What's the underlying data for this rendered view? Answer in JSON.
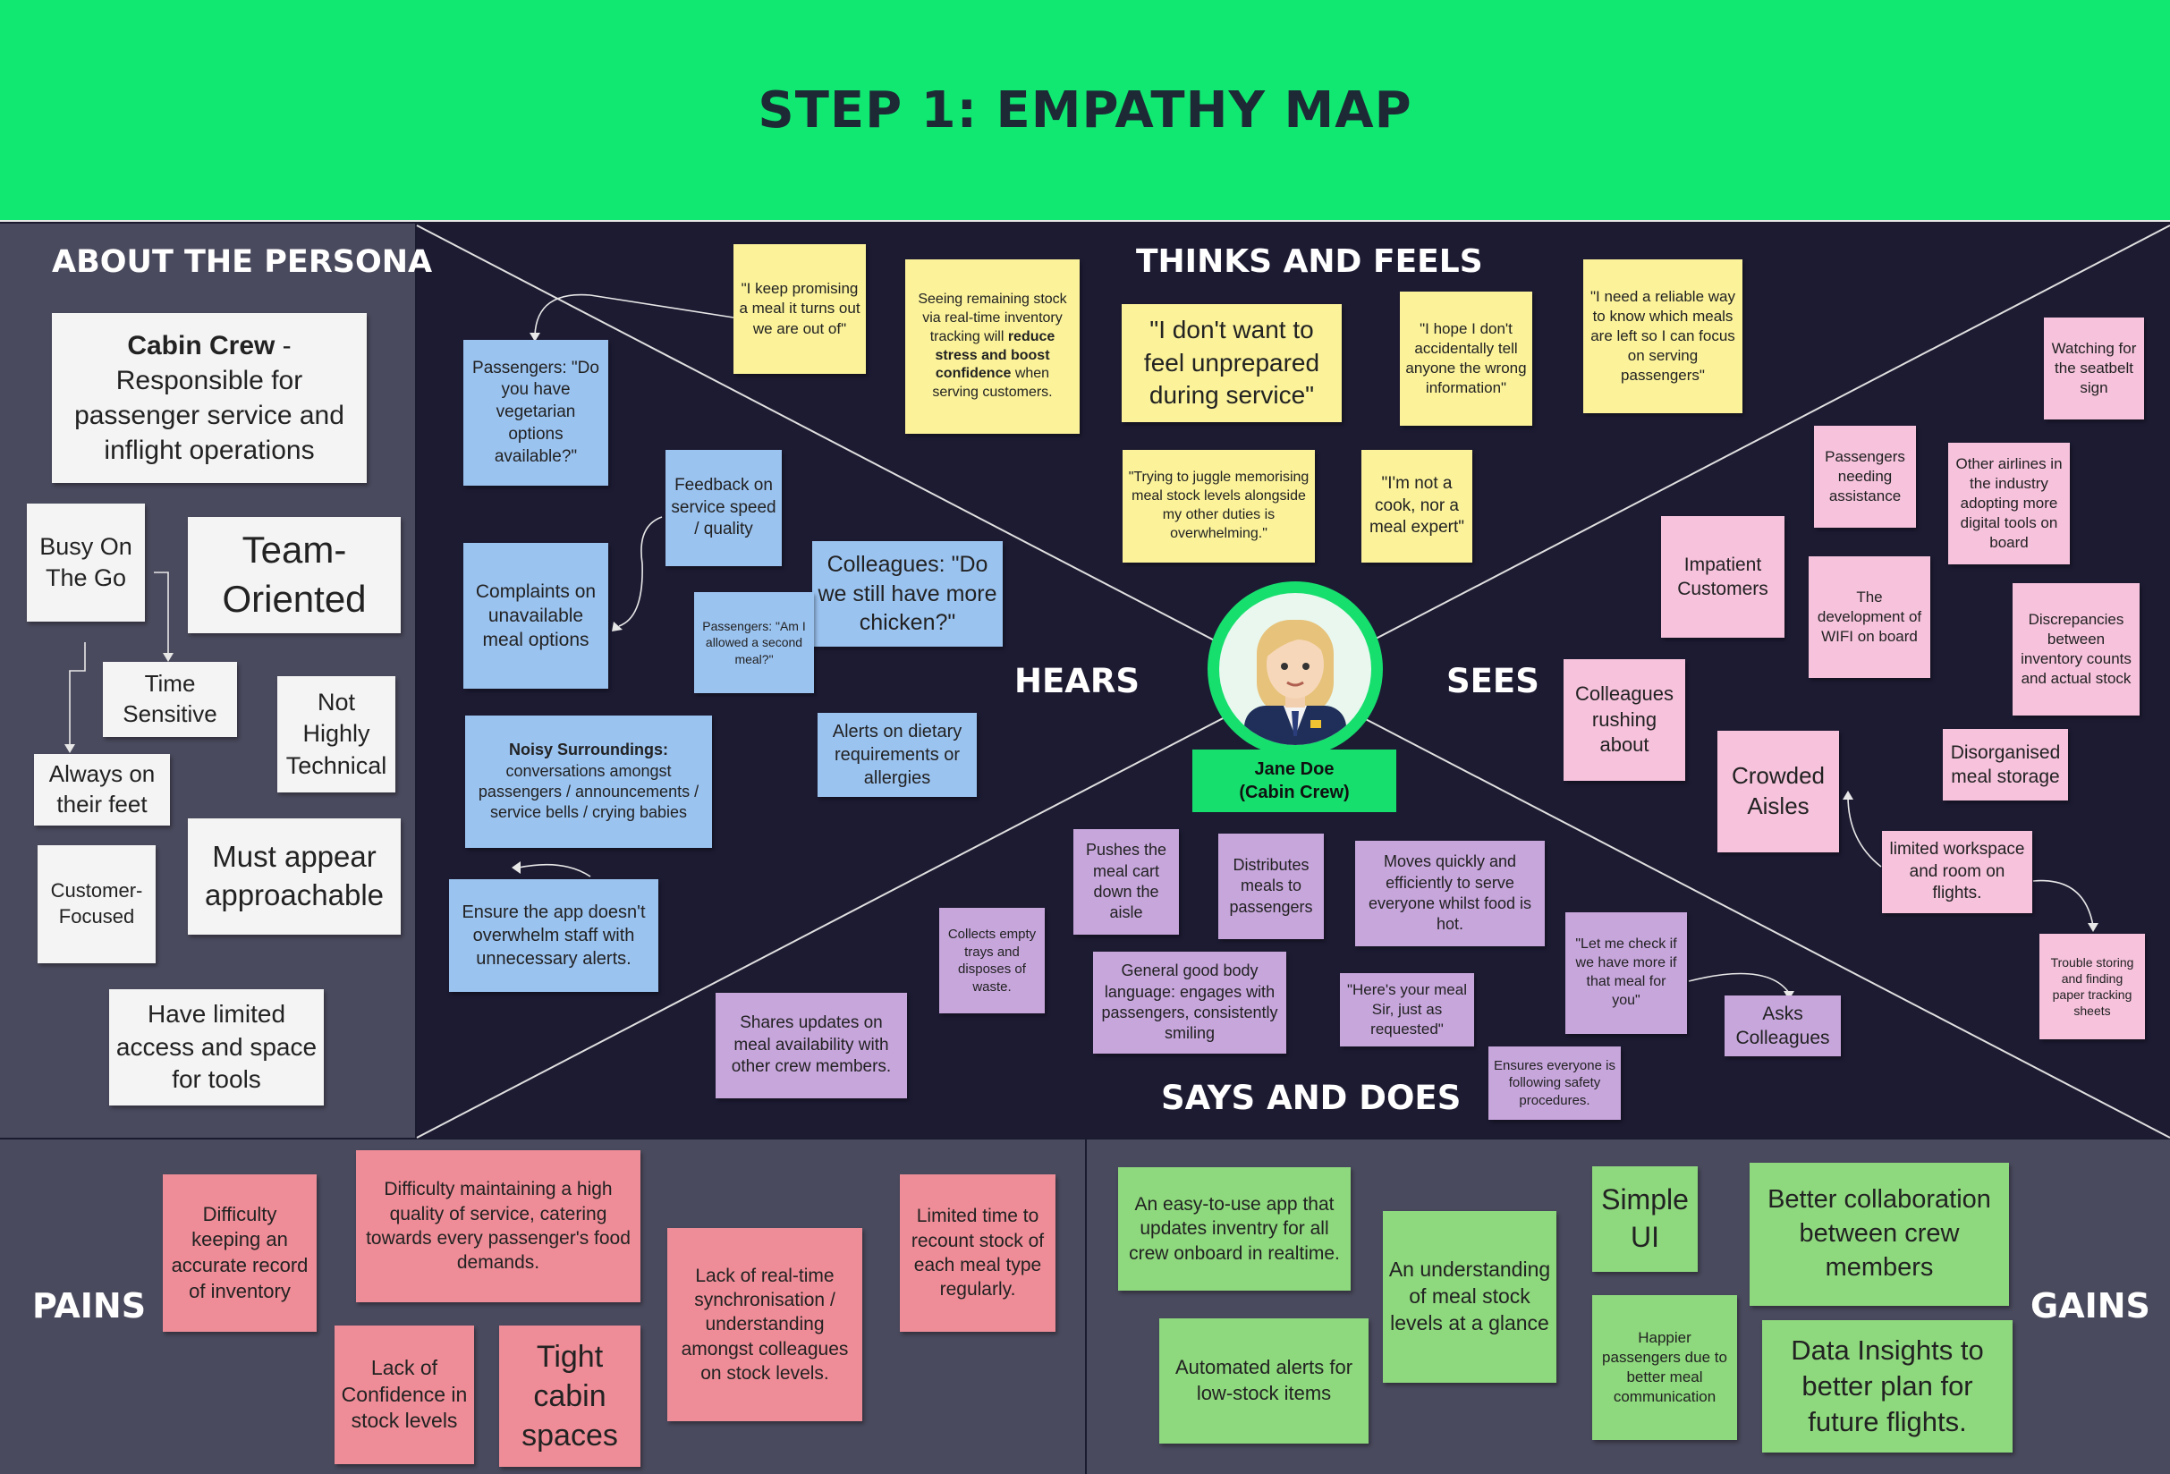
{
  "title": "STEP 1: EMPATHY MAP",
  "sections": {
    "persona": "ABOUT THE PERSONA",
    "thinks": "THINKS AND FEELS",
    "hears": "HEARS",
    "sees": "SEES",
    "says": "SAYS AND DOES",
    "pains": "PAINS",
    "gains": "GAINS"
  },
  "persona": {
    "name": "Jane Doe",
    "role": "(Cabin Crew)",
    "role_title": "Cabin Crew",
    "role_desc": " - Responsible for passenger service and inflight operations",
    "traits": [
      "Busy On The Go",
      "Team-Oriented",
      "Time Sensitive",
      "Not Highly Technical",
      "Always on their feet",
      "Must appear approachable",
      "Customer-Focused",
      "Have limited access and space for tools"
    ]
  },
  "thinks": [
    "\"I keep promising a meal it turns out we are out of\"",
    "Seeing remaining stock via real-time inventory tracking will reduce stress and boost confidence when serving customers.",
    "\"I don't want to feel unprepared during service\"",
    "\"I hope I don't accidentally tell anyone the wrong information\"",
    "\"I need a reliable way to know which meals are left so I can focus on serving passengers\"",
    "\"Trying to juggle memorising meal stock levels alongside my other duties is overwhelming.\"",
    "\"I'm not a cook, nor a meal expert\""
  ],
  "thinks_rich": {
    "pre": "Seeing remaining stock via real-time inventory tracking will ",
    "bold": "reduce stress and boost confidence",
    "post": " when serving customers."
  },
  "hears": [
    "Passengers: \"Do you have vegetarian options available?\"",
    "Feedback on service speed / quality",
    "Complaints on unavailable meal options",
    "Colleagues: \"Do we still have more chicken?\"",
    "Passengers: \"Am I allowed a second meal?\"",
    "Alerts on dietary requirements or allergies",
    "Noisy Surroundings:",
    "conversations amongst passengers / announcements / service bells / crying babies",
    "Ensure the app doesn't overwhelm staff with unnecessary alerts."
  ],
  "sees": [
    "Watching for the seatbelt sign",
    "Passengers needing assistance",
    "Other airlines in the industry adopting more digital tools on board",
    "Impatient Customers",
    "The development of WIFI on board",
    "Discrepancies between inventory counts and actual stock",
    "Colleagues rushing about",
    "Crowded Aisles",
    "Disorganised meal storage",
    "limited workspace and room on flights.",
    "Trouble storing and finding paper tracking sheets"
  ],
  "says": [
    "Pushes the meal cart down the aisle",
    "Distributes meals to passengers",
    "Moves quickly and efficiently to serve everyone whilst food is hot.",
    "Collects empty trays and disposes of waste.",
    "General good body language: engages with passengers, consistently smiling",
    "\"Here's your meal Sir, just as requested\"",
    "\"Let me check if we have more if that meal for you\"",
    "Asks Colleagues",
    "Shares updates on meal availability with other crew members.",
    "Ensures everyone is following safety procedures."
  ],
  "pains": [
    "Difficulty keeping an accurate record of inventory",
    "Difficulty maintaining a high quality of service, catering towards every passenger's food demands.",
    "Lack of real-time synchronisation / understanding amongst colleagues on stock levels.",
    "Limited time to recount stock of each meal type regularly.",
    "Lack of Confidence in stock levels",
    "Tight cabin spaces"
  ],
  "gains": [
    "An easy-to-use app that updates inventry for all crew onboard in realtime.",
    "An understanding of meal stock levels at a glance",
    "Simple UI",
    "Better collaboration between crew members",
    "Automated alerts for low-stock items",
    "Happier passengers due to better meal communication",
    "Data Insights to better plan for future flights."
  ],
  "colors": {
    "header": "#10e872",
    "avatar_ring": "#16df6e",
    "map_bg": "#1d1b32",
    "panel_bg": "#4a4a5e"
  }
}
